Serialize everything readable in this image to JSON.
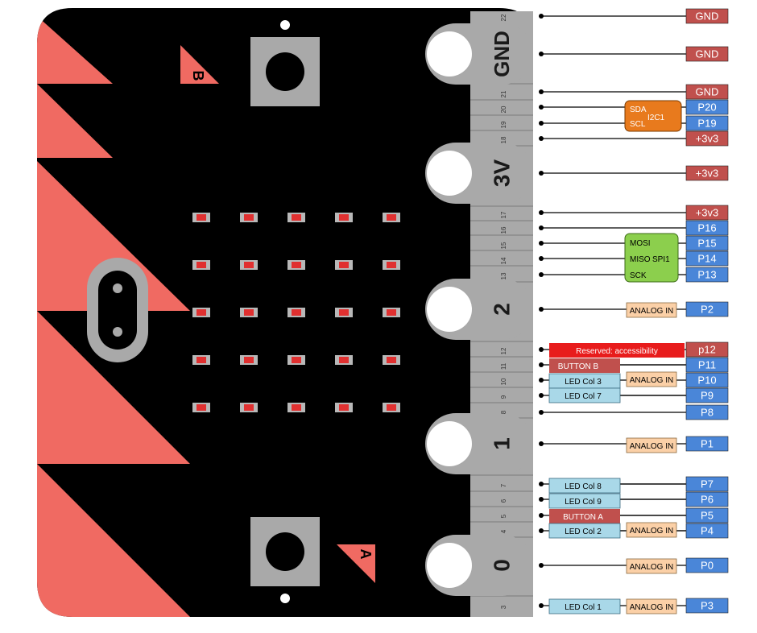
{
  "board": {
    "buttons": {
      "a": "A",
      "b": "B"
    },
    "big_pads": [
      {
        "label": "GND"
      },
      {
        "label": "3V"
      },
      {
        "label": "2"
      },
      {
        "label": "1"
      },
      {
        "label": "0"
      }
    ],
    "pin_numbers": [
      "22",
      "21",
      "20",
      "19",
      "18",
      "17",
      "16",
      "15",
      "14",
      "13",
      "12",
      "11",
      "10",
      "9",
      "8",
      "7",
      "6",
      "5",
      "4",
      "3"
    ]
  },
  "pins": [
    {
      "label": "GND",
      "kind": "power"
    },
    {
      "label": "GND",
      "kind": "power"
    },
    {
      "label": "GND",
      "kind": "power"
    },
    {
      "label": "P20",
      "kind": "io"
    },
    {
      "label": "P19",
      "kind": "io"
    },
    {
      "label": "+3v3",
      "kind": "power"
    },
    {
      "label": "+3v3",
      "kind": "power"
    },
    {
      "label": "+3v3",
      "kind": "power"
    },
    {
      "label": "P16",
      "kind": "io"
    },
    {
      "label": "P15",
      "kind": "io"
    },
    {
      "label": "P14",
      "kind": "io"
    },
    {
      "label": "P13",
      "kind": "io"
    },
    {
      "label": "P2",
      "kind": "io"
    },
    {
      "label": "p12",
      "kind": "power"
    },
    {
      "label": "P11",
      "kind": "io"
    },
    {
      "label": "P10",
      "kind": "io"
    },
    {
      "label": "P9",
      "kind": "io"
    },
    {
      "label": "P8",
      "kind": "io"
    },
    {
      "label": "P1",
      "kind": "io"
    },
    {
      "label": "P7",
      "kind": "io"
    },
    {
      "label": "P6",
      "kind": "io"
    },
    {
      "label": "P5",
      "kind": "io"
    },
    {
      "label": "P4",
      "kind": "io"
    },
    {
      "label": "P0",
      "kind": "io"
    },
    {
      "label": "P3",
      "kind": "io"
    }
  ],
  "functions": {
    "i2c": {
      "name": "I2C1",
      "sda": "SDA",
      "scl": "SCL"
    },
    "spi": {
      "name": "SPI1",
      "mosi": "MOSI",
      "miso": "MISO",
      "sck": "SCK"
    },
    "analog_in": "ANALOG IN",
    "reserved": "Reserved: accessibility",
    "button_b": "BUTTON B",
    "button_a": "BUTTON A",
    "led_col_3": "LED Col 3",
    "led_col_7": "LED Col 7",
    "led_col_8": "LED Col 8",
    "led_col_9": "LED Col 9",
    "led_col_2": "LED Col 2",
    "led_col_1": "LED Col 1"
  },
  "colors": {
    "board": "#000000",
    "board_accent": "#f06a62",
    "edge_connector": "#a9a9a9",
    "power_label": "#c0504d",
    "io_label": "#4a86d8",
    "reserved_label": "#e81c1c",
    "button_label": "#c0504d",
    "led_col_label": "#a9d8e8",
    "analog_label": "#fbd0a7",
    "i2c_box": "#e87a1d",
    "spi_box": "#8ccf4d",
    "led": "#e03030"
  }
}
